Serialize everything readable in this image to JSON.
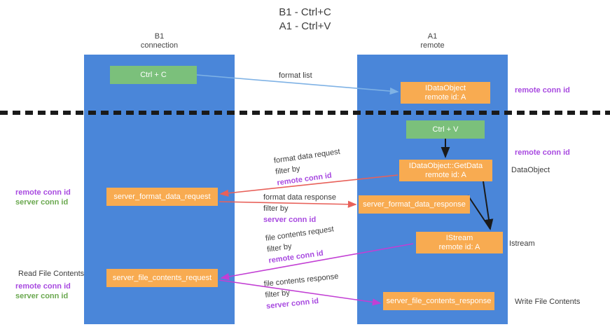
{
  "title": {
    "line1": "B1 - Ctrl+C",
    "line2": "A1 - Ctrl+V"
  },
  "lanes": [
    {
      "id": "b1",
      "name": "B1",
      "role": "connection"
    },
    {
      "id": "a1",
      "name": "A1",
      "role": "remote"
    }
  ],
  "nodes": {
    "ctrl_c": {
      "label": "Ctrl + C",
      "sub": "",
      "color": "#7bc07b"
    },
    "idataobject": {
      "label": "IDataObject",
      "sub": "remote id: A",
      "color": "#f8ab51"
    },
    "ctrl_v": {
      "label": "Ctrl + V",
      "sub": "",
      "color": "#7bc07b"
    },
    "getdata": {
      "label": "IDataObject::GetData",
      "sub": "remote id: A",
      "color": "#f8ab51"
    },
    "server_format_data_request": {
      "label": "server_format_data_request",
      "sub": "",
      "color": "#f8ab51"
    },
    "server_format_data_response": {
      "label": "server_format_data_response",
      "sub": "",
      "color": "#f8ab51"
    },
    "istream": {
      "label": "IStream",
      "sub": "remote id: A",
      "color": "#f8ab51"
    },
    "server_file_contents_request": {
      "label": "server_file_contents_request",
      "sub": "",
      "color": "#f8ab51"
    },
    "server_file_contents_response": {
      "label": "server_file_contents_response",
      "sub": "",
      "color": "#f8ab51"
    }
  },
  "edge_labels": {
    "format_list": "format list",
    "format_data_request": {
      "line1": "format data request",
      "filter_prefix": "filter by ",
      "filter_key": "remote conn id"
    },
    "format_data_response": {
      "line1": "format data response",
      "filter_prefix": "filter by ",
      "filter_key": "server conn id"
    },
    "file_contents_request": {
      "line1": "file contents request",
      "filter_prefix": "filter by ",
      "filter_key": "remote conn id"
    },
    "file_contents_response": {
      "line1": "file contents response",
      "filter_prefix": "filter by ",
      "filter_key": "server conn id"
    }
  },
  "annotations": {
    "remote_conn_id_top": "remote conn id",
    "remote_conn_id_mid": "remote conn id",
    "dataobject": "DataObject",
    "istream": "Istream",
    "write_file_contents": "Write File Contents",
    "read_file_contents": "Read File Contents",
    "left_remote_conn_id_1": "remote conn id",
    "left_server_conn_id_1": "server conn id",
    "left_remote_conn_id_2": "remote conn id",
    "left_server_conn_id_2": "server conn id"
  },
  "colors": {
    "lane": "#4a86d9",
    "green_node": "#7bc07b",
    "orange_node": "#f8ab51",
    "purple_text": "#a84ae0",
    "green_text": "#6aa84f",
    "arrow_blue": "#7fb2e5",
    "arrow_red": "#e8615a",
    "arrow_purple": "#c23fd4",
    "arrow_black": "#1a1a1a",
    "divider": "#1a1a1a"
  }
}
